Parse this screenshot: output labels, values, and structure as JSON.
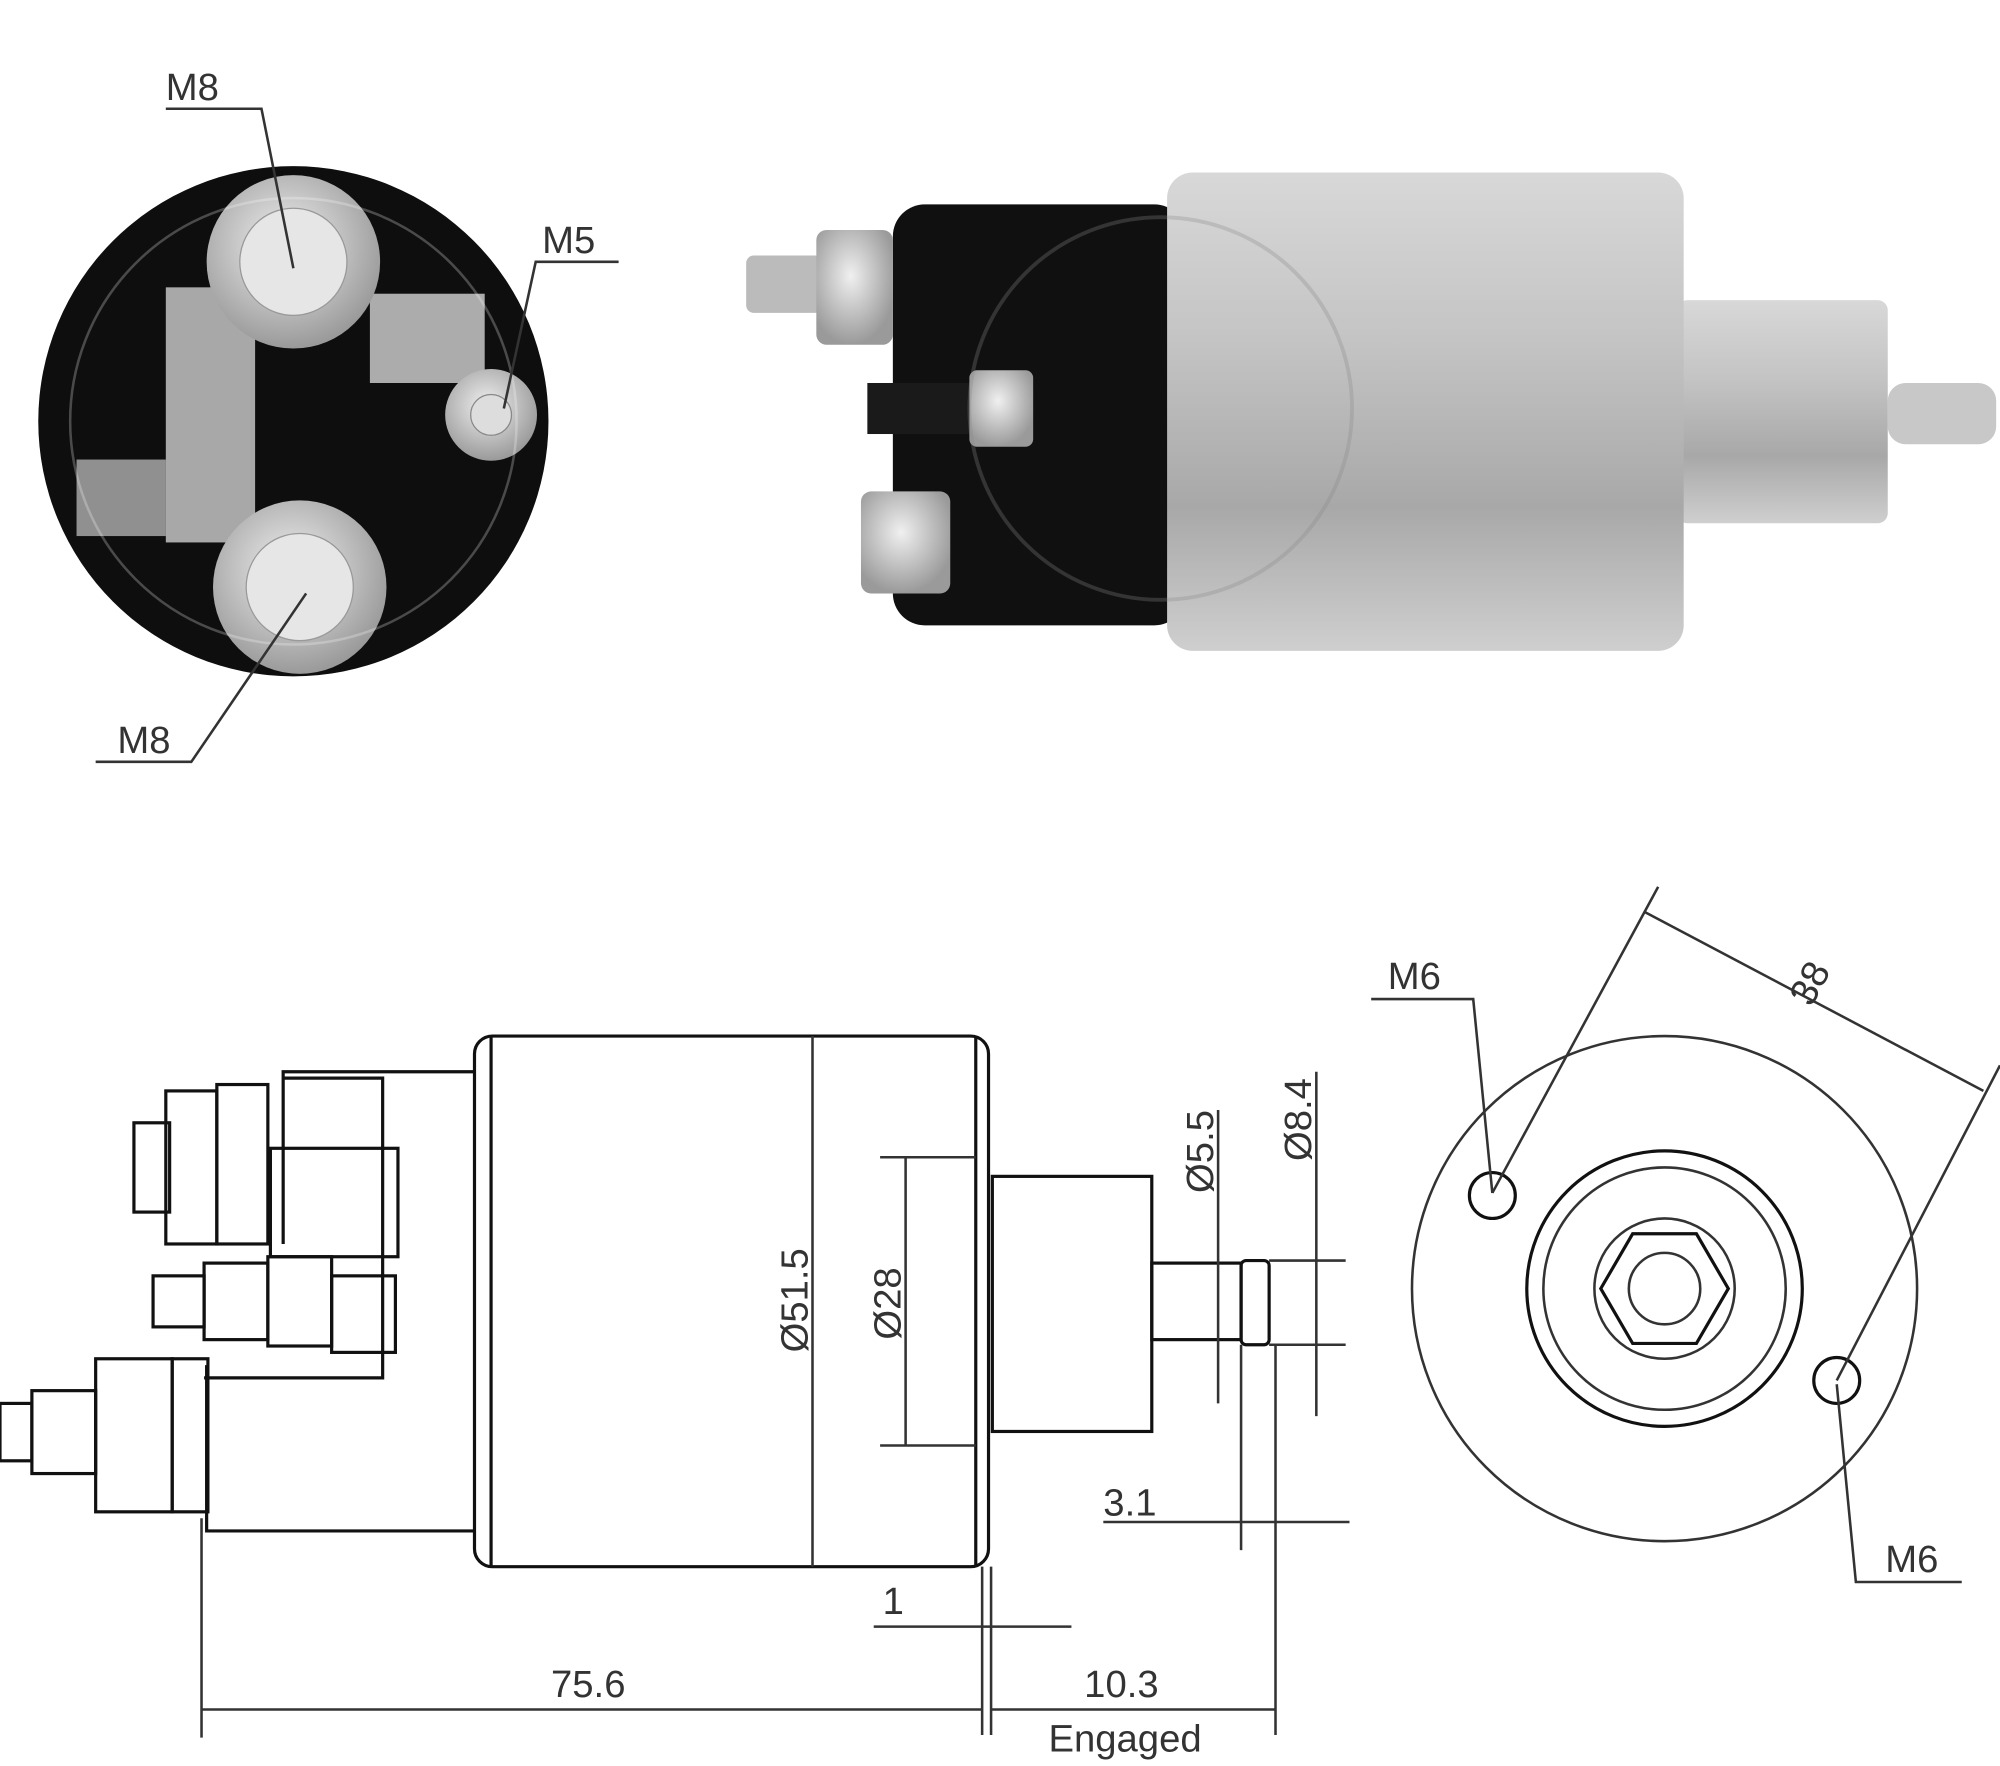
{
  "end_view_photo": {
    "labels": {
      "top_terminal": "M8",
      "small_terminal": "M5",
      "bottom_terminal": "M8"
    }
  },
  "drawing": {
    "dimensions": {
      "body_diameter": "Ø51.5",
      "boss_diameter": "Ø28",
      "pin_diameter": "Ø5.5",
      "pin_head_diameter": "Ø8.4",
      "pin_head_length": "3.1",
      "flange_thickness": "1",
      "overall_length": "75.6",
      "plunger_travel": "10.3",
      "travel_note": "Engaged"
    },
    "end_view": {
      "hole_top": "M6",
      "hole_bottom": "M6",
      "hole_spacing": "38"
    }
  },
  "colors": {
    "ink": "#111111",
    "body_silver": "#b8b8b8",
    "cap_black": "#101010"
  }
}
